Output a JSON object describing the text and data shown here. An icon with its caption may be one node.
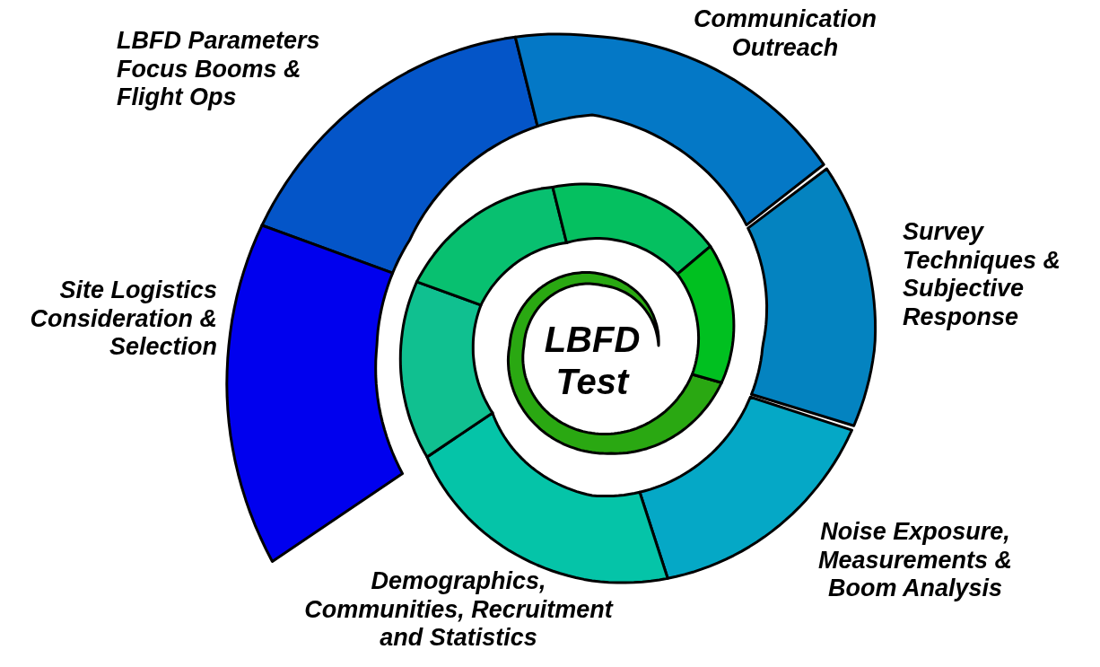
{
  "diagram": {
    "nodes": [
      {
        "text": [
          "LBFD Parameters Focus Booms & Flight Ops"
        ]
      },
      {
        "text": [
          "Communication Outreach"
        ]
      },
      {
        "text": [
          "Site Logistics Consideration & Selection"
        ]
      },
      {
        "text": [
          "Survey Techniques & Subjective Response"
        ]
      },
      {
        "text": [
          "LBFD Test"
        ]
      },
      {
        "text": [
          "Noise Exposure, Measurements & Boom Analysis"
        ]
      },
      {
        "text": [
          "Demographics, Communities, Recruitment and Statistics"
        ]
      }
    ]
  }
}
